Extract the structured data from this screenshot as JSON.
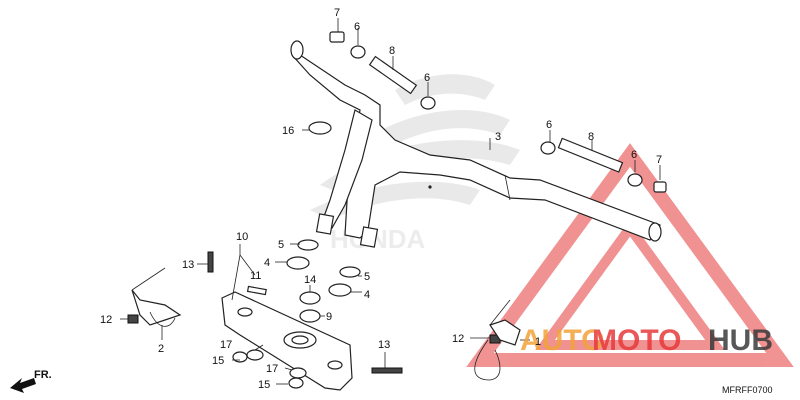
{
  "diagram": {
    "code": "MFRFF0700",
    "direction_label": "FR."
  },
  "callouts": {
    "c1": "1",
    "c2": "2",
    "c3": "3",
    "c4a": "4",
    "c4b": "4",
    "c5a": "5",
    "c5b": "5",
    "c6a": "6",
    "c6b": "6",
    "c6c": "6",
    "c6d": "6",
    "c7a": "7",
    "c7b": "7",
    "c8a": "8",
    "c8b": "8",
    "c9": "9",
    "c10": "10",
    "c11": "11",
    "c12a": "12",
    "c12b": "12",
    "c13a": "13",
    "c13b": "13",
    "c14": "14",
    "c15a": "15",
    "c15b": "15",
    "c16": "16",
    "c17a": "17",
    "c17b": "17"
  },
  "watermark": {
    "brand": "HONDA",
    "word1": "AUTO",
    "word2": "MOTO",
    "word3": "HUB",
    "colors": {
      "red": "#e63a3a",
      "orange": "#f2a33a",
      "dark": "#3a3a3a"
    }
  }
}
